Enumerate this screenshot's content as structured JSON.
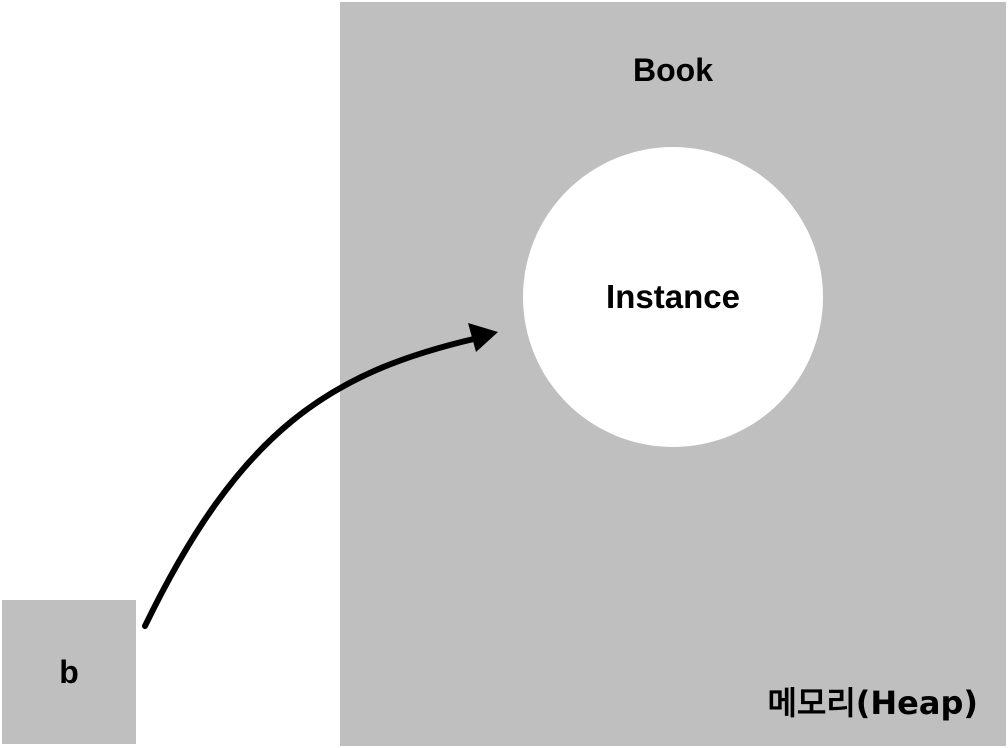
{
  "heap": {
    "class_name": "Book",
    "instance_label": "Instance",
    "memory_label": "메모리(Heap)"
  },
  "variable": {
    "name": "b"
  },
  "colors": {
    "region_fill": "#bfbfbf",
    "instance_fill": "#ffffff",
    "arrow": "#000000"
  }
}
